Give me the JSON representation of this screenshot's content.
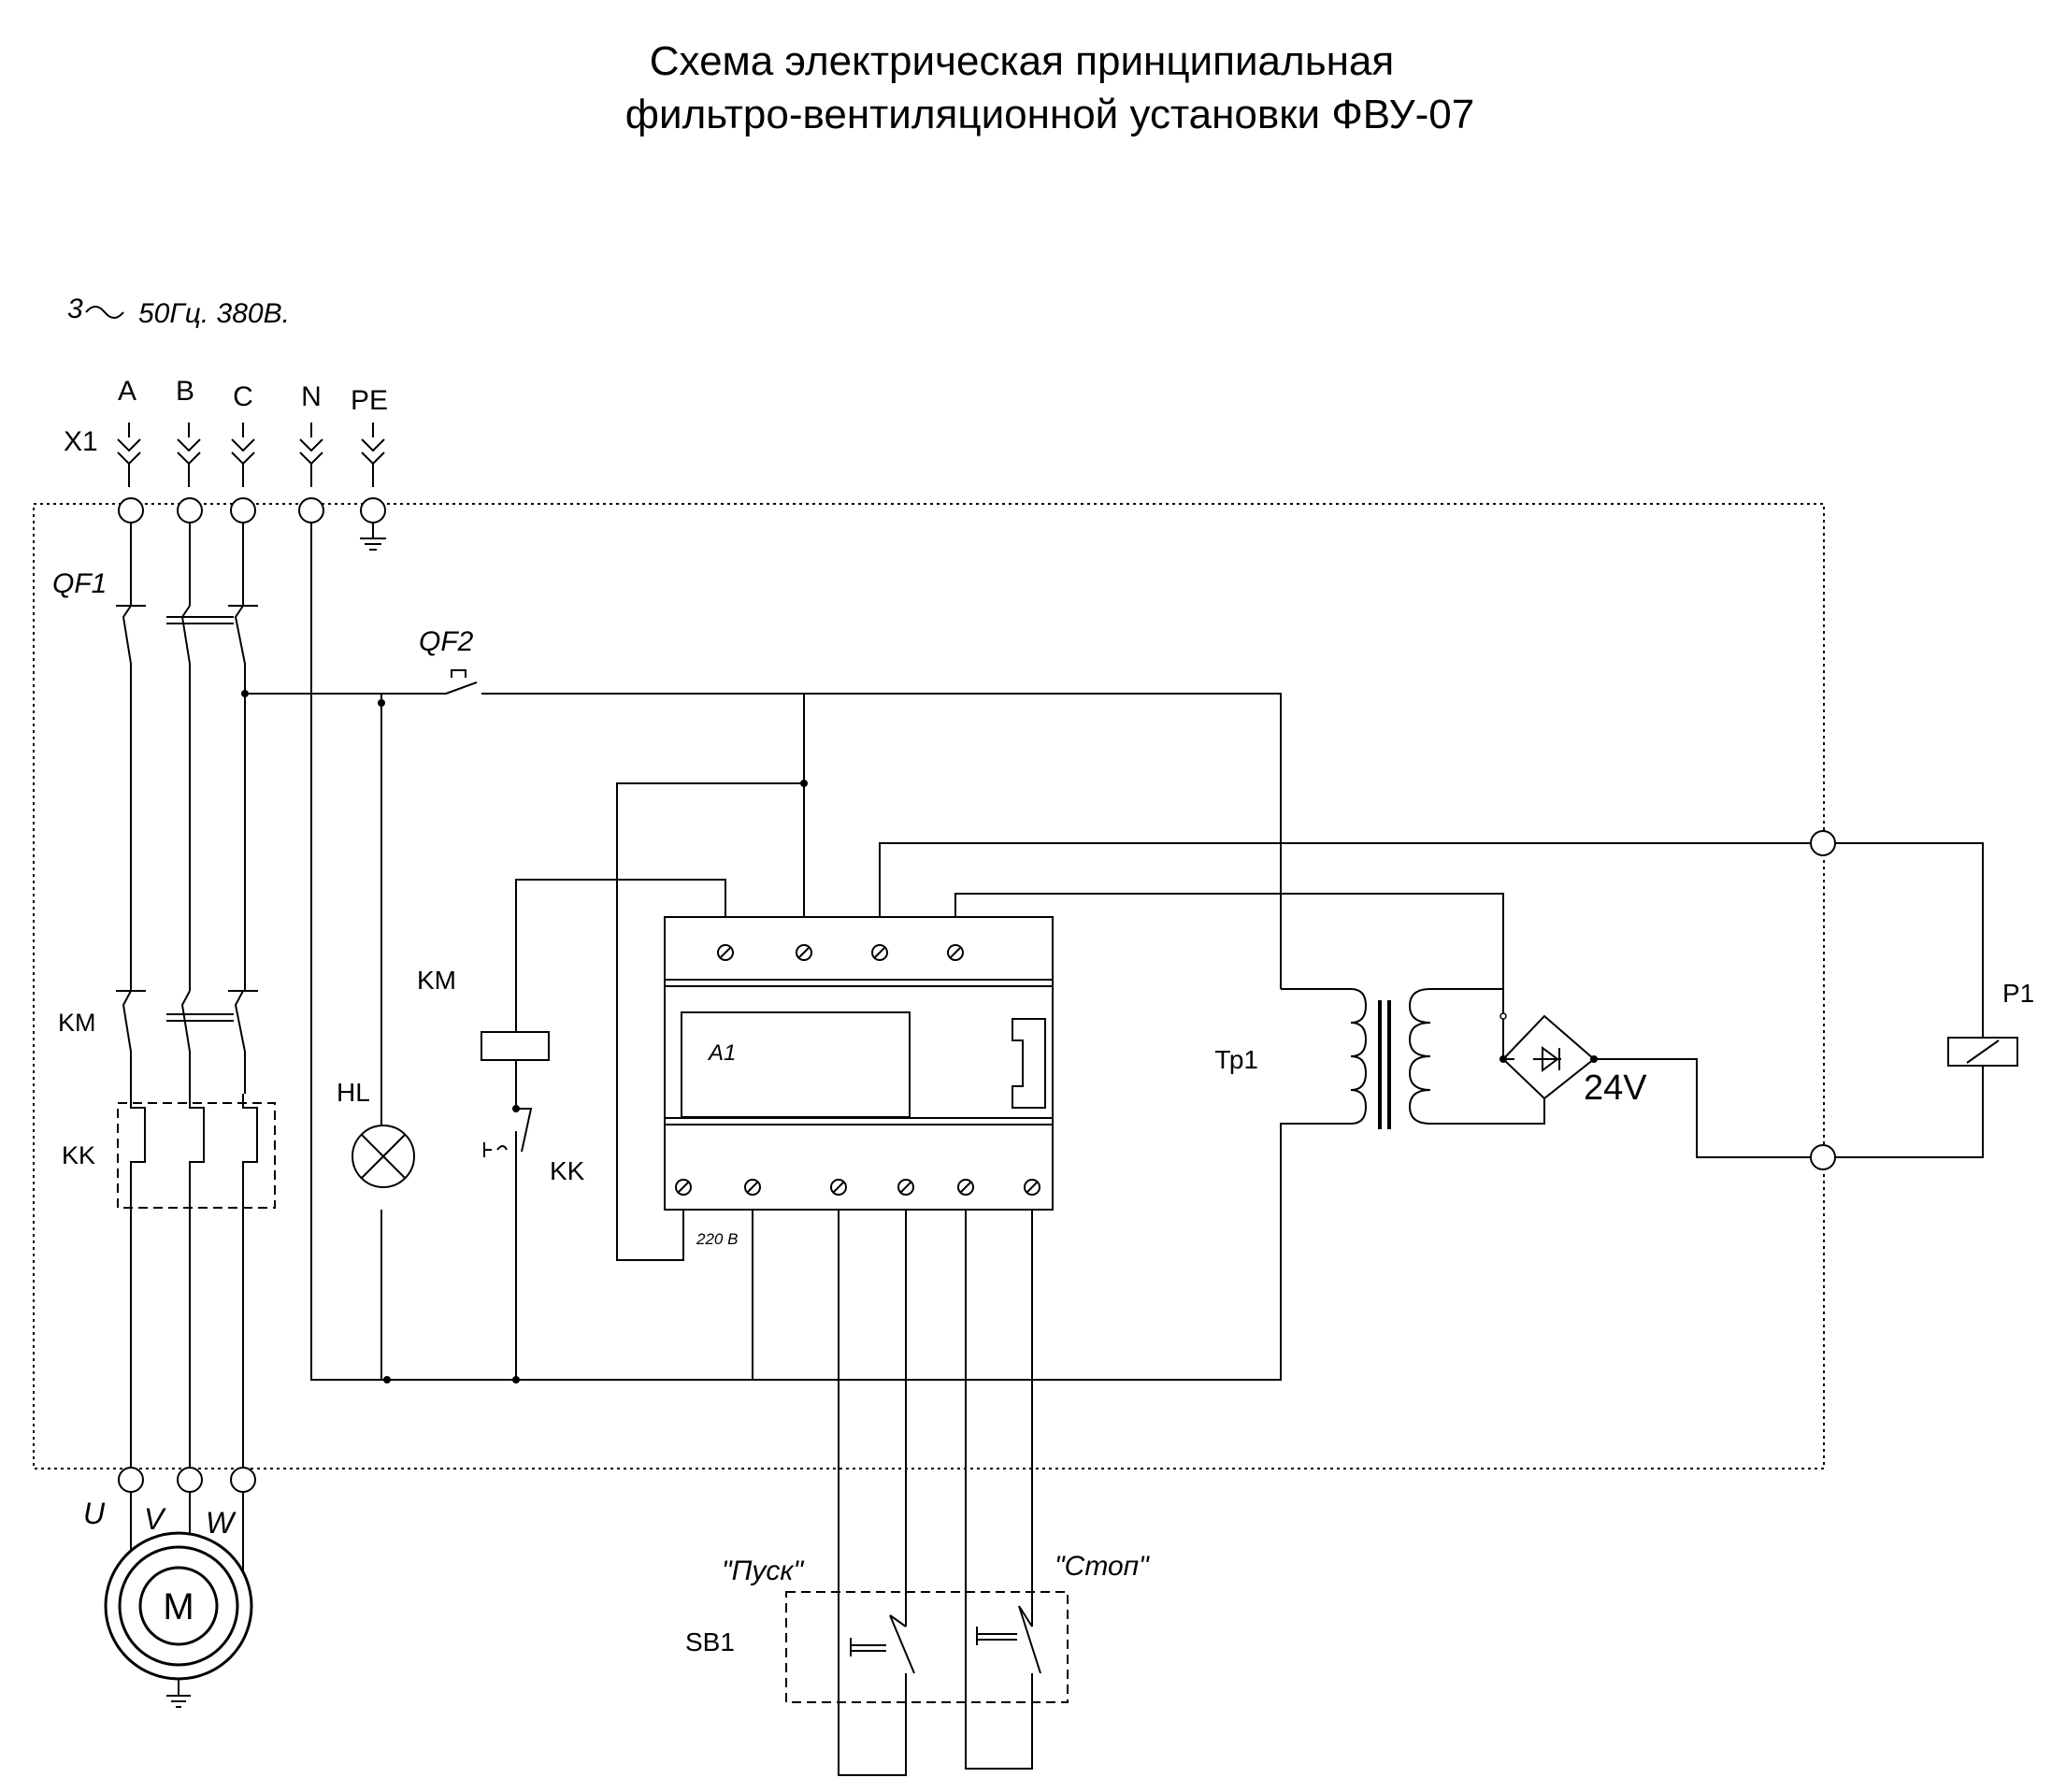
{
  "title": {
    "line1": "Схема электрическая принципиальная",
    "line2": "фильтро-вентиляционной установки ФВУ-07"
  },
  "supply": {
    "three_phase": "3",
    "rating": "50Гц. 380В."
  },
  "terminals": {
    "block": "X1",
    "phases": [
      "A",
      "B",
      "C",
      "N",
      "PE"
    ]
  },
  "motor_terminals": [
    "U",
    "V",
    "W"
  ],
  "labels": {
    "qf1": "QF1",
    "qf2": "QF2",
    "km_contacts": "KM",
    "km_coil": "KM",
    "kk_thermal": "KK",
    "kk_contact": "KK",
    "hl": "HL",
    "a1": "A1",
    "a1_voltage": "220 В",
    "tr1": "Тр1",
    "dc_out": "24V",
    "p1": "P1",
    "motor": "M",
    "sb1": "SB1",
    "start": "\"Пуск\"",
    "stop": "\"Стоп\""
  }
}
